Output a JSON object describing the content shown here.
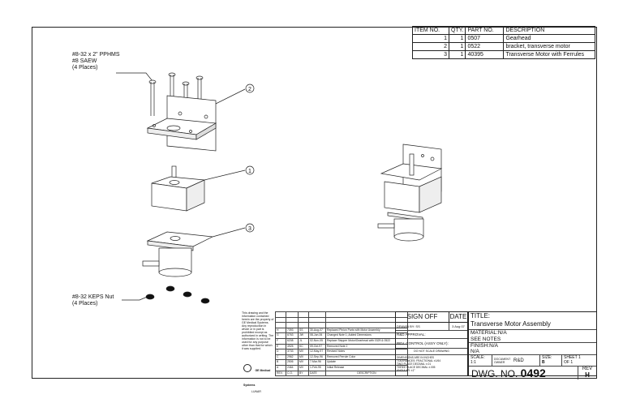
{
  "bom": {
    "headers": [
      "ITEM NO.",
      "QTY.",
      "PART NO.",
      "DESCRIPTION"
    ],
    "rows": [
      [
        "1",
        "1",
        "0507",
        "Gearhead"
      ],
      [
        "2",
        "1",
        "0522",
        "bracket, transverse motor"
      ],
      [
        "3",
        "1",
        "40395",
        "Transverse Motor with Ferrules"
      ]
    ]
  },
  "callouts": {
    "screws_line1": "#8-32 x 2\" PPHMS",
    "screws_line2": "#8 SAEW",
    "screws_line3": "(4 Places)",
    "nuts_line1": "#8-32 KEPS Nut",
    "nuts_line2": "(4 Places)",
    "balloon_1": "1",
    "balloon_2": "2",
    "balloon_3": "3"
  },
  "revision_block": {
    "legal": "This drawing and the information contained herein are the property of GE Medical Systems. Any reproduction in whole or in part is prohibited except as authorized in writing. The information is not to be used for any purpose other than that for which it was supplied.",
    "logo_text": "GE Medical Systems",
    "logo_sub": "LUNAR",
    "rows": [
      [
        "H",
        "7393",
        "SS",
        "30-Aug-07",
        "Replaced Pinion Parts with Motor Assembly"
      ],
      [
        "G",
        "6763",
        "JW",
        "08-Jun-06",
        "Changed Note 1; Added Dimensions"
      ],
      [
        "F",
        "6208",
        "JL",
        "02-Nov-05",
        "Replace Stepper Motor/Gearhead with 0329 & 0522"
      ],
      [
        "E",
        "4925",
        "KC",
        "09-Oct-97",
        "Removed Note 2"
      ],
      [
        "D",
        "3733",
        "MV",
        "12-May-97",
        "Revised Notes"
      ],
      [
        "C",
        "2962",
        "MV",
        "12-Sep-96",
        "Removed Ferrule Color"
      ],
      [
        "B",
        "2506",
        "MV",
        "7-Mar-96",
        "Update"
      ],
      [
        "A",
        "2464",
        "MV",
        "1-Feb-95",
        "Initial Release"
      ]
    ],
    "col_headers": [
      "REV.",
      "C.O.",
      "BY",
      "DATE",
      "DESCRIPTION"
    ]
  },
  "signoff": {
    "header": "SIGN OFF",
    "date_header": "DATE",
    "drawn_by": "DRAWN BY: SS",
    "drawn_date": "3 Aug 07",
    "rd_approval": "R&D APPROVAL:",
    "rev_control": "REV. CONTROL (ASSY ONLY):",
    "do_not_scale": "DO NOT SCALE DRAWING",
    "dims": "DIMENSIONS ARE IN INCHES",
    "tolerances": "TOLERANCES: FRACTIONAL ±1/64",
    "tol2": "TWO PLACE DECIMAL ±.01",
    "tol3": "THREE PLACE DECIMAL ±.005",
    "angular": "ANGULAR: ±1°"
  },
  "title_block": {
    "title_label": "TITLE:",
    "title": "Transverse Motor Assembly",
    "material_label": "MATERIAL:",
    "material": "N/A",
    "see_notes": "SEE NOTES",
    "finish_label": "FINISH:",
    "finish": "N/A",
    "finish2": "N/A",
    "scale_label": "SCALE:",
    "scale": "1:1",
    "doc_owner_label": "DOCUMENT OWNER",
    "doc_owner": "R&D",
    "size_label": "SIZE:",
    "size": "B",
    "sheet_label": "SHEET 1",
    "sheet_of": "OF 1",
    "dwg_label": "DWG. NO.",
    "dwg_no": "0492",
    "rev_label": "REV",
    "rev": "H"
  }
}
